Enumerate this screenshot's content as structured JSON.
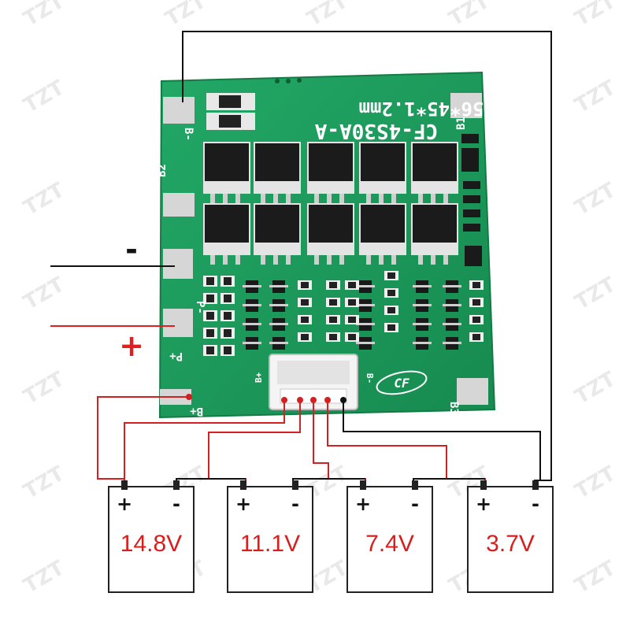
{
  "watermark": "TZT",
  "board": {
    "model": "CF-4S30A-A",
    "size": "56*45*1.2mm",
    "labels": {
      "b_minus": "B-",
      "b2": "B2",
      "b1": "B1",
      "p_minus": "P-",
      "p_plus": "P+",
      "b_plus_pad": "B+",
      "b3": "B3",
      "conn_b_plus": "B+",
      "conn_b_minus": "B-"
    },
    "logo": "CF"
  },
  "load": {
    "minus_sign": "-",
    "plus_sign": "+",
    "minus_color": "#111111",
    "plus_color": "#e02020"
  },
  "batteries": [
    {
      "plus": "+",
      "minus": "-",
      "voltage": "14.8V"
    },
    {
      "plus": "+",
      "minus": "-",
      "voltage": "11.1V"
    },
    {
      "plus": "+",
      "minus": "-",
      "voltage": "7.4V"
    },
    {
      "plus": "+",
      "minus": "-",
      "voltage": "3.7V"
    }
  ],
  "colors": {
    "pcb": "#1f9a5c",
    "pcb_edge": "#178049",
    "wire_red": "#d42020",
    "wire_black": "#111111",
    "voltage_text": "#d91e1e"
  }
}
